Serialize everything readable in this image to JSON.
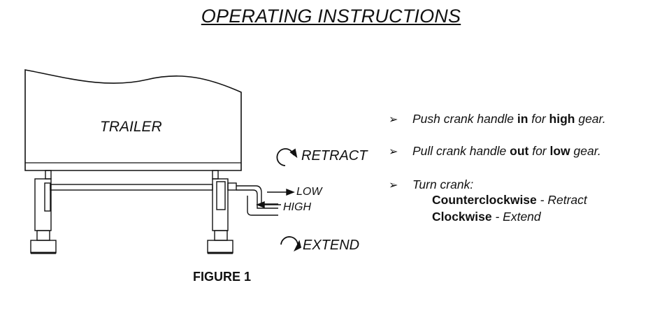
{
  "title": "OPERATING INSTRUCTIONS",
  "figure": {
    "trailer_label": "TRAILER",
    "retract_label": "RETRACT",
    "extend_label": "EXTEND",
    "low_label": "LOW",
    "high_label": "HIGH",
    "caption": "FIGURE 1"
  },
  "instructions": {
    "bullet_icon": "arrowhead-bullet-icon",
    "item1": {
      "pre": "Push crank handle ",
      "bold1": "in",
      "mid": " for ",
      "bold2": "high",
      "post": " gear."
    },
    "item2": {
      "pre": "Pull crank handle ",
      "bold1": "out",
      "mid": " for ",
      "bold2": "low",
      "post": " gear."
    },
    "item3": {
      "text": "Turn crank:"
    },
    "sub1": {
      "bold": "Counterclockwise",
      "rest": " - Retract"
    },
    "sub2": {
      "bold": "Clockwise",
      "rest": " - Extend"
    }
  }
}
